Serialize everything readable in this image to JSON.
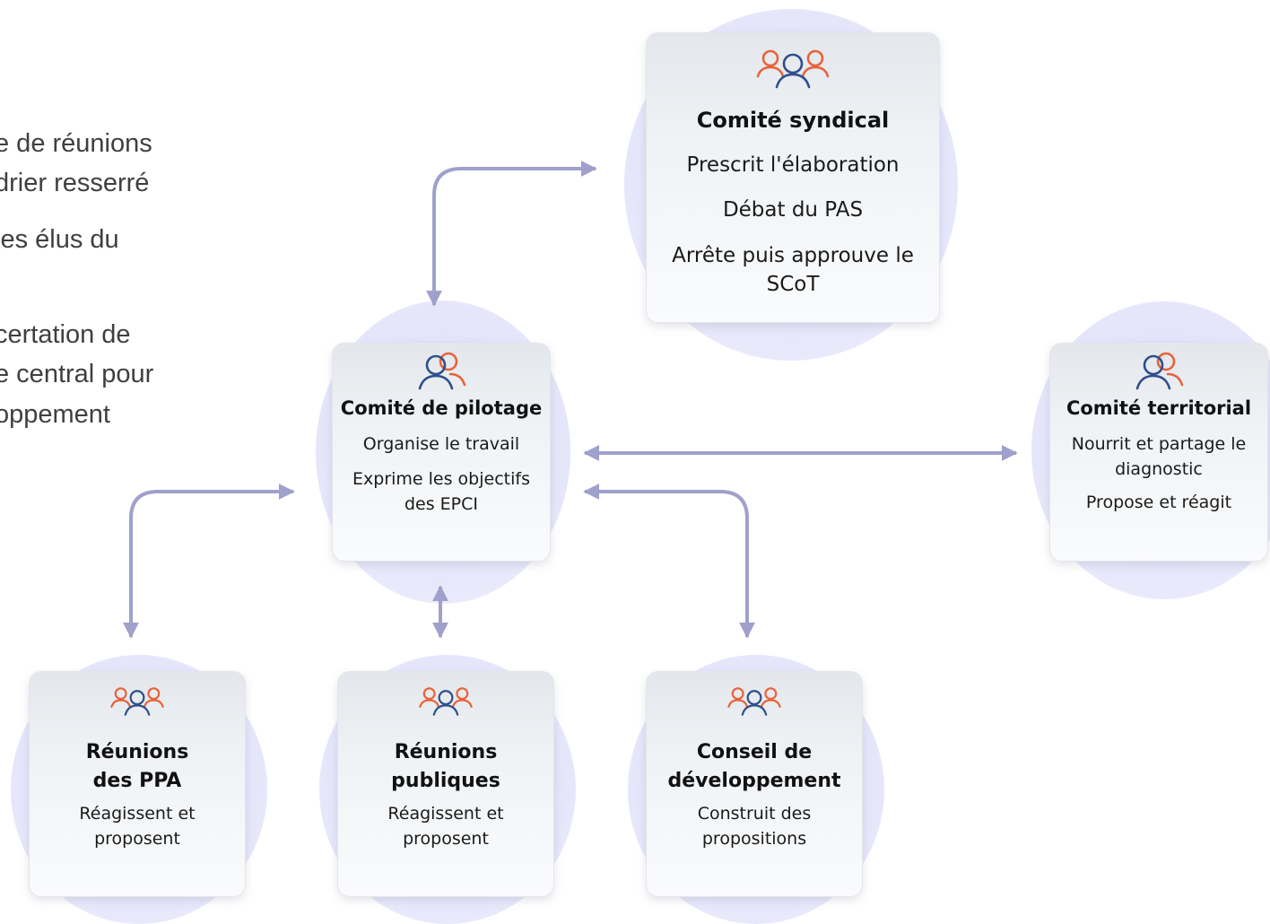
{
  "intro_text": [
    "e de réunions",
    "drier resserré",
    "les élus du",
    "certation de",
    "e central pour",
    "oppement"
  ],
  "nodes": {
    "comite_syndical": {
      "title": "Comité syndical",
      "lines": [
        "Prescrit l'élaboration",
        "Débat du PAS",
        "Arrête puis approuve le SCoT"
      ],
      "icon": "group-three-people-icon"
    },
    "comite_pilotage": {
      "title": "Comité de pilotage",
      "lines": [
        "Organise le travail",
        "Exprime les objectifs des EPCI"
      ],
      "icon": "two-people-icon"
    },
    "comite_territorial": {
      "title": "Comité territorial",
      "lines": [
        "Nourrit et partage le diagnostic",
        "Propose et réagit"
      ],
      "icon": "two-people-icon"
    },
    "reunions_ppa": {
      "title": "Réunions des PPA",
      "lines": [
        "Réagissent et proposent"
      ],
      "icon": "group-three-people-icon"
    },
    "reunions_publiques": {
      "title": "Réunions publiques",
      "lines": [
        "Réagissent et proposent"
      ],
      "icon": "group-three-people-icon"
    },
    "conseil_developpement": {
      "title": "Conseil de développement",
      "lines": [
        "Construit des propositions"
      ],
      "icon": "group-three-people-icon"
    }
  },
  "colors": {
    "connector": "#a0a0cc",
    "icon_orange": "#e8633a",
    "icon_blue": "#2e4f8c",
    "halo": "#e2e2fb"
  }
}
